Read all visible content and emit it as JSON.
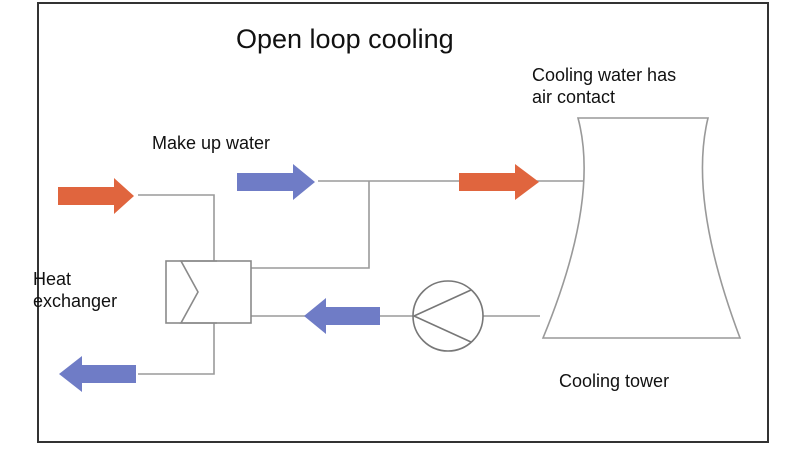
{
  "title": "Open loop cooling",
  "labels": {
    "make_up_water": "Make up water",
    "air_contact": "Cooling water has\nair contact",
    "heat_exchanger": "Heat\nexchanger",
    "cooling_tower": "Cooling tower"
  },
  "colors": {
    "hot_arrow": "#E0653E",
    "cold_arrow": "#6F7CC6",
    "pipe": "#9a9a9a",
    "frame": "#333333",
    "component_outline": "#8a8a8a"
  },
  "components": [
    "heat-exchanger-icon",
    "pump-icon",
    "cooling-tower-icon"
  ]
}
